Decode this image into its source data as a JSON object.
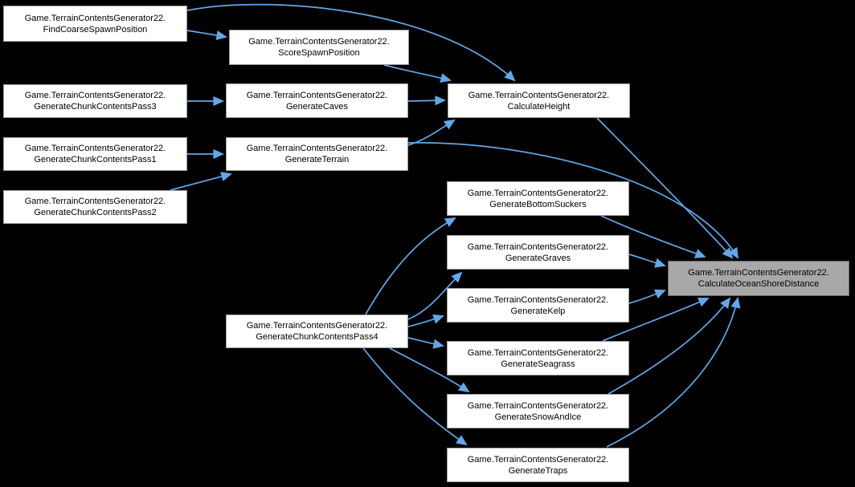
{
  "diagram": {
    "type": "call-graph",
    "nodes": [
      {
        "id": "find_coarse_spawn_position",
        "line1": "Game.TerrainContentsGenerator22.",
        "line2": "FindCoarseSpawnPosition",
        "highlighted": false
      },
      {
        "id": "score_spawn_position",
        "line1": "Game.TerrainContentsGenerator22.",
        "line2": "ScoreSpawnPosition",
        "highlighted": false
      },
      {
        "id": "generate_chunk_contents_pass3",
        "line1": "Game.TerrainContentsGenerator22.",
        "line2": "GenerateChunkContentsPass3",
        "highlighted": false
      },
      {
        "id": "generate_caves",
        "line1": "Game.TerrainContentsGenerator22.",
        "line2": "GenerateCaves",
        "highlighted": false
      },
      {
        "id": "calculate_height",
        "line1": "Game.TerrainContentsGenerator22.",
        "line2": "CalculateHeight",
        "highlighted": false
      },
      {
        "id": "generate_chunk_contents_pass1",
        "line1": "Game.TerrainContentsGenerator22.",
        "line2": "GenerateChunkContentsPass1",
        "highlighted": false
      },
      {
        "id": "generate_terrain",
        "line1": "Game.TerrainContentsGenerator22.",
        "line2": "GenerateTerrain",
        "highlighted": false
      },
      {
        "id": "generate_chunk_contents_pass2",
        "line1": "Game.TerrainContentsGenerator22.",
        "line2": "GenerateChunkContentsPass2",
        "highlighted": false
      },
      {
        "id": "generate_bottom_suckers",
        "line1": "Game.TerrainContentsGenerator22.",
        "line2": "GenerateBottomSuckers",
        "highlighted": false
      },
      {
        "id": "generate_graves",
        "line1": "Game.TerrainContentsGenerator22.",
        "line2": "GenerateGraves",
        "highlighted": false
      },
      {
        "id": "generate_kelp",
        "line1": "Game.TerrainContentsGenerator22.",
        "line2": "GenerateKelp",
        "highlighted": false
      },
      {
        "id": "generate_chunk_contents_pass4",
        "line1": "Game.TerrainContentsGenerator22.",
        "line2": "GenerateChunkContentsPass4",
        "highlighted": false
      },
      {
        "id": "generate_seagrass",
        "line1": "Game.TerrainContentsGenerator22.",
        "line2": "GenerateSeagrass",
        "highlighted": false
      },
      {
        "id": "generate_snow_and_ice",
        "line1": "Game.TerrainContentsGenerator22.",
        "line2": "GenerateSnowAndIce",
        "highlighted": false
      },
      {
        "id": "generate_traps",
        "line1": "Game.TerrainContentsGenerator22.",
        "line2": "GenerateTraps",
        "highlighted": false
      },
      {
        "id": "calculate_ocean_shore_distance",
        "line1": "Game.TerrainContentsGenerator22.",
        "line2": "CalculateOceanShoreDistance",
        "highlighted": true
      }
    ],
    "edges": [
      {
        "from": "find_coarse_spawn_position",
        "to": "score_spawn_position"
      },
      {
        "from": "find_coarse_spawn_position",
        "to": "calculate_height"
      },
      {
        "from": "score_spawn_position",
        "to": "calculate_height"
      },
      {
        "from": "generate_chunk_contents_pass3",
        "to": "generate_caves"
      },
      {
        "from": "generate_caves",
        "to": "calculate_height"
      },
      {
        "from": "generate_chunk_contents_pass1",
        "to": "generate_terrain"
      },
      {
        "from": "generate_chunk_contents_pass2",
        "to": "generate_terrain"
      },
      {
        "from": "generate_terrain",
        "to": "calculate_height"
      },
      {
        "from": "generate_terrain",
        "to": "calculate_ocean_shore_distance"
      },
      {
        "from": "calculate_height",
        "to": "calculate_ocean_shore_distance"
      },
      {
        "from": "generate_bottom_suckers",
        "to": "calculate_ocean_shore_distance"
      },
      {
        "from": "generate_graves",
        "to": "calculate_ocean_shore_distance"
      },
      {
        "from": "generate_kelp",
        "to": "calculate_ocean_shore_distance"
      },
      {
        "from": "generate_chunk_contents_pass4",
        "to": "generate_bottom_suckers"
      },
      {
        "from": "generate_chunk_contents_pass4",
        "to": "generate_graves"
      },
      {
        "from": "generate_chunk_contents_pass4",
        "to": "generate_kelp"
      },
      {
        "from": "generate_chunk_contents_pass4",
        "to": "generate_seagrass"
      },
      {
        "from": "generate_chunk_contents_pass4",
        "to": "generate_snow_and_ice"
      },
      {
        "from": "generate_chunk_contents_pass4",
        "to": "generate_traps"
      },
      {
        "from": "generate_seagrass",
        "to": "calculate_ocean_shore_distance"
      },
      {
        "from": "generate_snow_and_ice",
        "to": "calculate_ocean_shore_distance"
      },
      {
        "from": "generate_traps",
        "to": "calculate_ocean_shore_distance"
      }
    ]
  },
  "colors": {
    "background": "#000000",
    "edge": "#63a7e8",
    "node_fill": "#ffffff",
    "node_border": "#9e9e9e",
    "highlight_fill": "#a8a8a8",
    "highlight_border": "#686868",
    "text": "#000000"
  }
}
